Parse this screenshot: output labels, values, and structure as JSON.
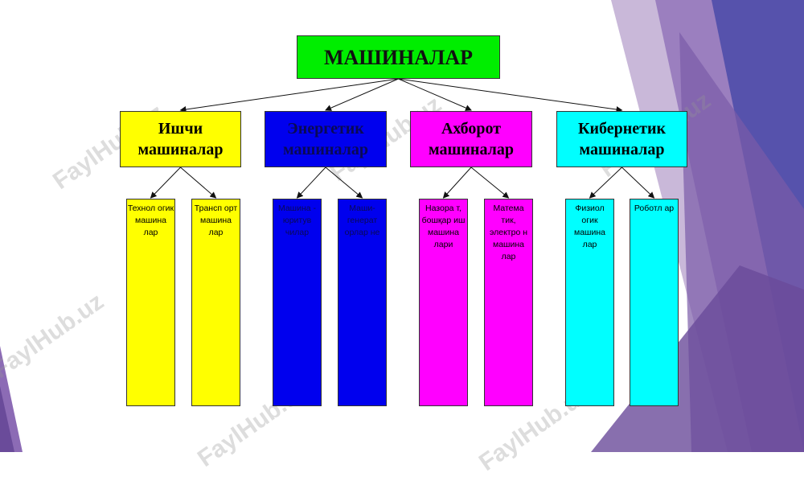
{
  "root": {
    "label": "МАШИНАЛАР",
    "color": "#00ee00"
  },
  "categories": [
    {
      "label": "Ишчи машиналар",
      "color": "#ffff00",
      "children": [
        {
          "label": "Технол огик машина лар"
        },
        {
          "label": "Трансп орт машина лар"
        }
      ]
    },
    {
      "label": "Энергетик машиналар",
      "color": "#0000ee",
      "children": [
        {
          "label": "Машина - юритув чилар"
        },
        {
          "label": "Маши- генерат орлар не"
        }
      ]
    },
    {
      "label": "Ахборот машиналар",
      "color": "#ff00ff",
      "children": [
        {
          "label": "Назора т, бошқар иш машина лари"
        },
        {
          "label": "Матема тик, электро н машина лар"
        }
      ]
    },
    {
      "label": "Кибернетик машиналар",
      "color": "#00ffff",
      "children": [
        {
          "label": "Физиол огик машина лар"
        },
        {
          "label": "Роботл ар"
        }
      ]
    }
  ],
  "watermark": "FaylHub.uz"
}
